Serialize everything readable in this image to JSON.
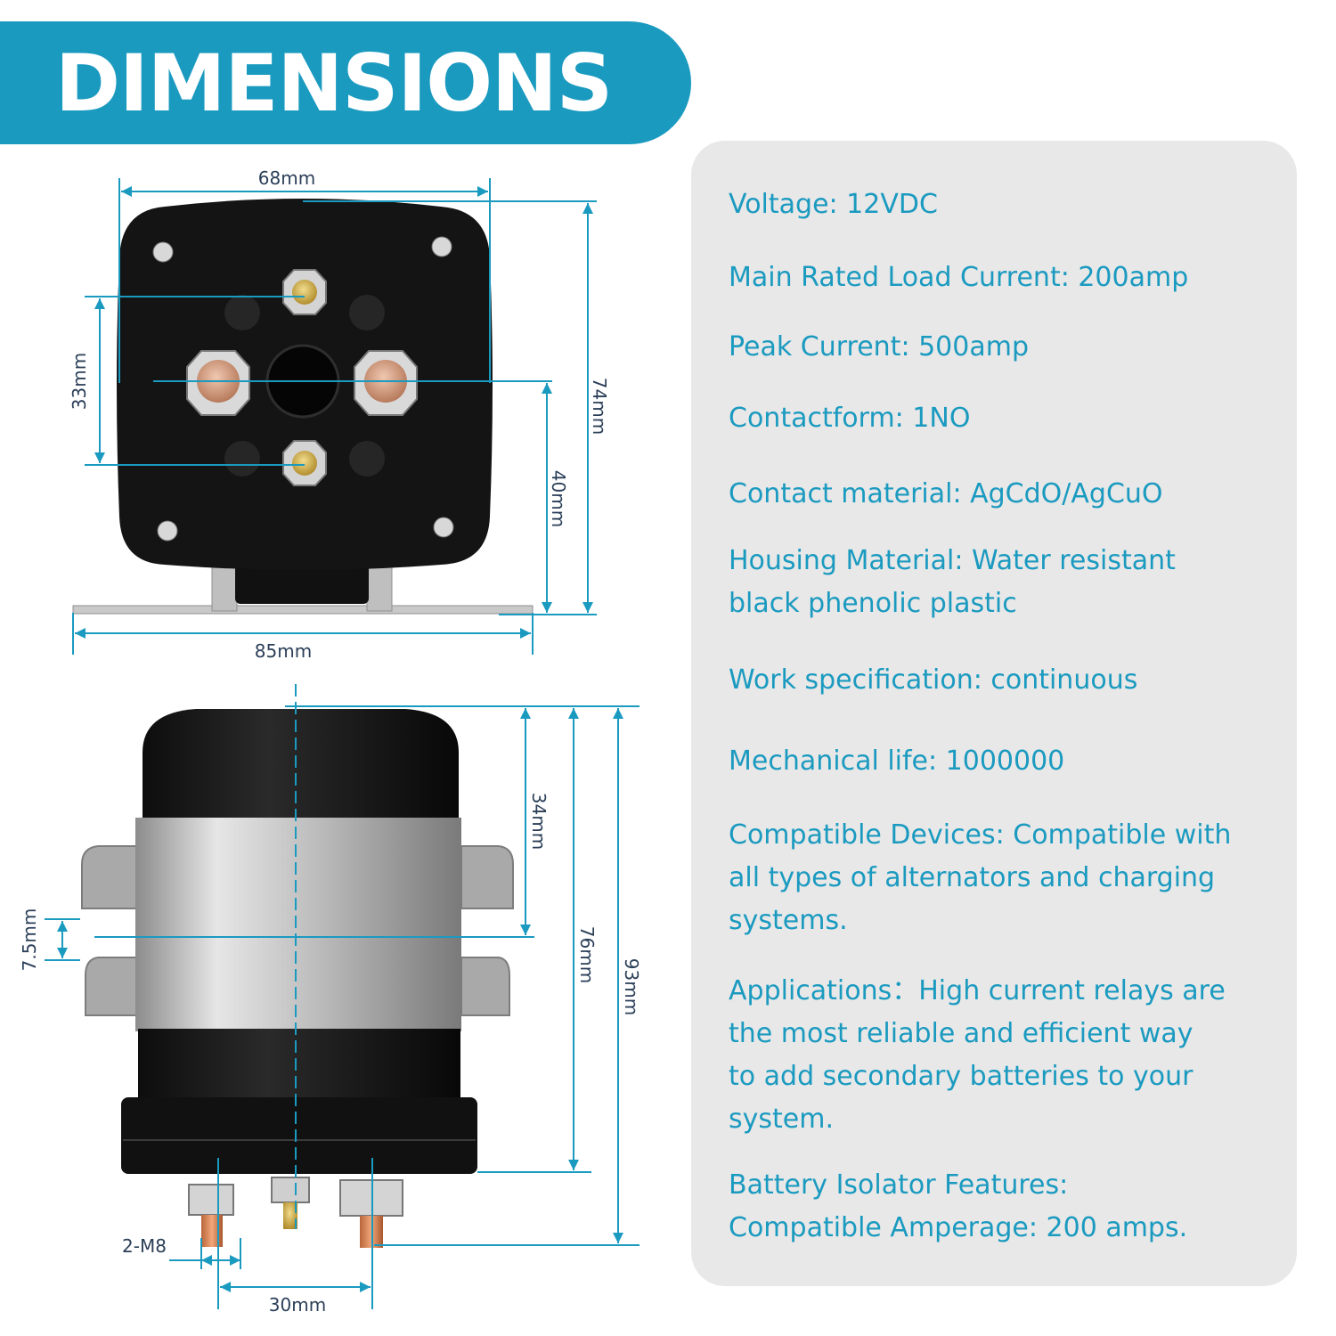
{
  "header": {
    "title": "DIMENSIONS"
  },
  "colors": {
    "accent": "#1b9ac0",
    "panel": "#e8e8e8",
    "dimension_line": "#1b9ac0",
    "dimension_text": "#2b3f58"
  },
  "dimensions": {
    "top_width": "68mm",
    "base_width": "85mm",
    "stud_spacing_vertical": "33mm",
    "top_height": "74mm",
    "base_to_center": "40mm",
    "cap_height": "34mm",
    "band_gap": "7.5mm",
    "body_height": "76mm",
    "total_height": "93mm",
    "thread": "2-M8",
    "terminal_spacing": "30mm"
  },
  "specs": [
    "Voltage: 12VDC",
    "Main Rated Load Current: 200amp",
    "Peak Current: 500amp",
    "Contactform: 1NO",
    "Contact material: AgCdO/AgCuO",
    "Housing Material: Water resistant\nblack phenolic plastic",
    "Work specification: continuous",
    "Mechanical life: 1000000",
    "Compatible Devices: Compatible with\nall types of alternators and charging\nsystems.",
    "Applications：High current relays are\nthe most reliable and efficient way\nto add secondary batteries to your\nsystem.",
    "Battery Isolator Features:\nCompatible Amperage: 200 amps."
  ]
}
